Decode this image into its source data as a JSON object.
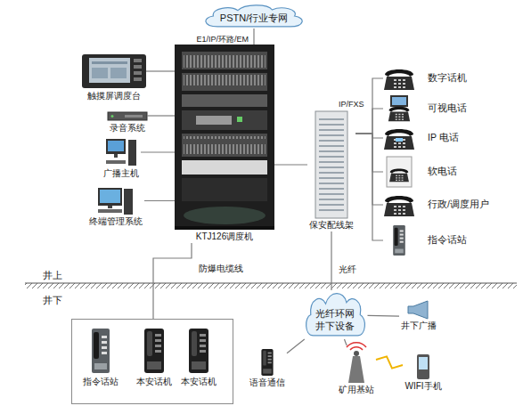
{
  "diagram": {
    "nodes": [
      {
        "text": [
          "PSTN/行业专网"
        ]
      },
      {
        "text": [
          "KTJ126调度机"
        ]
      },
      {
        "text": [
          "触摸屏调度台"
        ]
      },
      {
        "text": [
          "录音系统"
        ]
      },
      {
        "text": [
          "广播主机"
        ]
      },
      {
        "text": [
          "终端管理系统"
        ]
      },
      {
        "text": [
          "保安配线架"
        ]
      },
      {
        "text": [
          "数字话机"
        ]
      },
      {
        "text": [
          "可视电话"
        ]
      },
      {
        "text": [
          "IP 电话"
        ]
      },
      {
        "text": [
          "软电话"
        ]
      },
      {
        "text": [
          "行政/调度用户"
        ]
      },
      {
        "text": [
          "指令话站"
        ]
      },
      {
        "text": []
      },
      {
        "text": [
          "指令话站"
        ],
        "in": 13
      },
      {
        "text": [
          "本安话机"
        ],
        "in": 13
      },
      {
        "text": [
          "本安话机"
        ],
        "in": 13
      },
      {
        "text": [
          "光纤环网 井下设备"
        ]
      },
      {
        "text": [
          "语音通信"
        ]
      },
      {
        "text": [
          "矿用基站"
        ]
      },
      {
        "text": [
          "井下广播"
        ]
      },
      {
        "text": [
          "WIFI手机"
        ]
      }
    ],
    "edges": [
      {
        "from": 0,
        "to": 1,
        "label": "E1/IP/环路/EM",
        "arrow": "none"
      },
      {
        "from": 2,
        "to": 1,
        "arrow": "none"
      },
      {
        "from": 3,
        "to": 1,
        "arrow": "none"
      },
      {
        "from": 4,
        "to": 1,
        "arrow": "none"
      },
      {
        "from": 5,
        "to": 1,
        "arrow": "none"
      },
      {
        "from": 1,
        "to": 6,
        "arrow": "none"
      },
      {
        "from": 6,
        "to": 7,
        "arrow": "none"
      },
      {
        "from": 6,
        "to": 8,
        "arrow": "none"
      },
      {
        "from": 6,
        "to": 9,
        "arrow": "none"
      },
      {
        "from": 6,
        "to": 10,
        "arrow": "none"
      },
      {
        "from": 6,
        "to": 11,
        "arrow": "none"
      },
      {
        "from": 6,
        "to": 12,
        "arrow": "none"
      },
      {
        "from": 1,
        "to": 13,
        "label": "防爆电缆线",
        "arrow": "none"
      },
      {
        "from": 6,
        "to": 17,
        "label": "光纤",
        "arrow": "none"
      },
      {
        "from": 17,
        "to": 18,
        "arrow": "none"
      },
      {
        "from": 17,
        "to": 19,
        "arrow": "none"
      },
      {
        "from": 17,
        "to": 20,
        "arrow": "none"
      },
      {
        "from": 19,
        "to": 21,
        "arrow": "none"
      }
    ],
    "labels": [
      "IP/FXS",
      "井上",
      "井下"
    ]
  }
}
